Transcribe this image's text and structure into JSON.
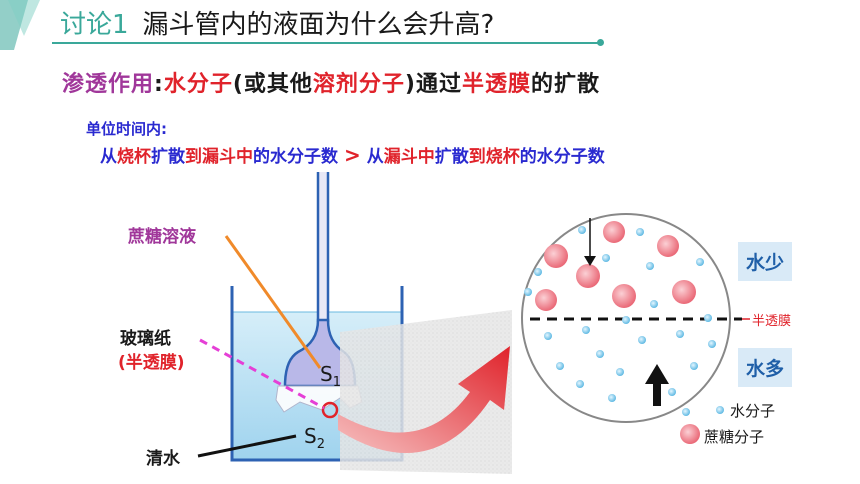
{
  "title": {
    "prefix": "讨论1",
    "text": "漏斗管内的液面为什么会升高?"
  },
  "definition": {
    "term": "渗透作用",
    "colon": ":",
    "part1": "水分子",
    "part2": "(或其他",
    "part3": "溶剂分子",
    "part4": ")通过",
    "part5": "半透膜",
    "part6": "的扩散"
  },
  "unit_time": "单位时间内:",
  "comparison": {
    "c1": "从",
    "c2": "烧杯",
    "c3": "扩散",
    "c4": "到",
    "c5": "漏斗中",
    "c6": "的水分子数",
    "gt": ">",
    "c7": "从",
    "c8": "漏斗中",
    "c9": "扩散",
    "c10": "到",
    "c11": "烧杯",
    "c12": "的水分子数"
  },
  "labels": {
    "sucrose_solution": "蔗糖溶液",
    "cellophane": "玻璃纸",
    "semipermeable": "(半透膜)",
    "clear_water": "清水",
    "s1": "S",
    "s1_sub": "1",
    "s2": "S",
    "s2_sub": "2",
    "membrane": "半透膜",
    "less_water": "水少",
    "more_water": "水多"
  },
  "legend": {
    "water": "水分子",
    "sucrose": "蔗糖分子"
  },
  "colors": {
    "teal": "#3aa89a",
    "purple": "#a0379a",
    "red": "#e0232b",
    "blue": "#2a2ad0",
    "beaker_water": "#bfe3f5",
    "funnel_fill": "#b9b8e8",
    "sucrose_molecule": "#f07a86",
    "water_molecule": "#7fc8ea",
    "tag_bg": "#d9eaf7"
  }
}
